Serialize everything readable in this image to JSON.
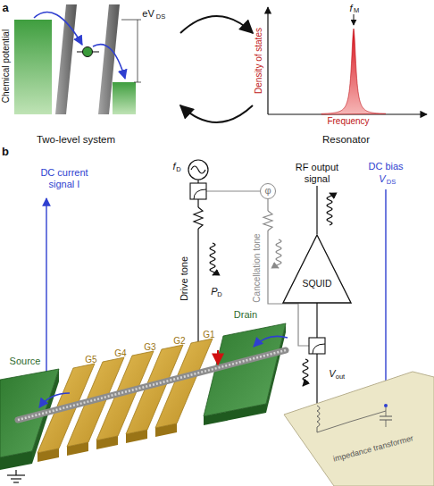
{
  "diagram": {
    "nodes": [
      {
        "text": [
          "Two-level system"
        ]
      },
      {
        "text": [
          "Resonator"
        ]
      },
      {
        "text": [
          "SQUID"
        ]
      },
      {
        "text": [
          "φ"
        ]
      },
      {
        "text": [
          "impedance transformer"
        ]
      }
    ],
    "edges": [
      {
        "from": 0,
        "to": 1,
        "arrow": "to"
      },
      {
        "from": 1,
        "to": 0,
        "arrow": "to"
      }
    ],
    "labels": [
      "a",
      "Chemical potential",
      "eV",
      "DS",
      "f",
      "M",
      "Density of states",
      "Frequency",
      "b",
      "DC current signal I",
      "f",
      "D",
      "Drive tone",
      "P",
      "D",
      "RF output signal",
      "DC bias",
      "V",
      "DS",
      "Cancellation tone",
      "V",
      "out",
      "Drain",
      "Source",
      "G5",
      "G4",
      "G3",
      "G2",
      "G1"
    ]
  }
}
